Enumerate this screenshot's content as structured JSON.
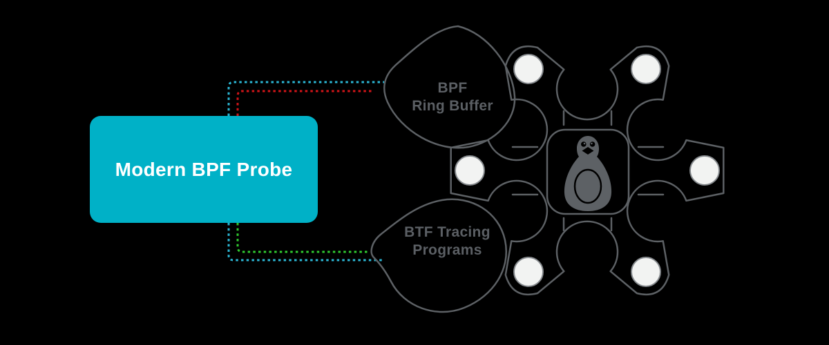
{
  "diagram": {
    "probe_box": {
      "label": "Modern BPF Probe"
    },
    "ring_buffer_blob": {
      "label_line1": "BPF",
      "label_line2": "Ring Buffer"
    },
    "tracing_blob": {
      "label_line1": "BTF Tracing",
      "label_line2": "Programs"
    },
    "kernel": {
      "icon": "tux-penguin-icon",
      "frame": "kernel-chip-gear"
    },
    "connectors": [
      {
        "name": "top-outer",
        "color_key": "conn-cyan"
      },
      {
        "name": "top-inner",
        "color_key": "conn-red"
      },
      {
        "name": "bottom-inner",
        "color_key": "conn-green"
      },
      {
        "name": "bottom-outer",
        "color_key": "conn-cyan"
      }
    ]
  },
  "colors": {
    "background": "#000000",
    "box-teal": "#00b1c7",
    "box-text": "#ffffff",
    "outline-gray": "#5d6165",
    "label-gray": "#5b5f64",
    "circle-fill": "#f2f3f2",
    "conn-cyan": "#2bb6d4",
    "conn-red": "#d11418",
    "conn-green": "#2fc92f"
  }
}
